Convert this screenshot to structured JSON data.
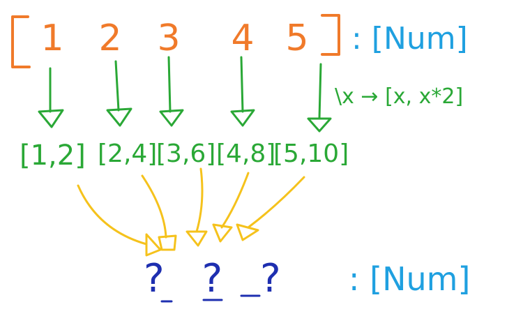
{
  "input_list": {
    "values": [
      "1",
      "2",
      "3",
      "4",
      "5"
    ],
    "type_annotation": ": [Num]"
  },
  "lambda": {
    "text": "\\x → [x, x*2]"
  },
  "pairs": [
    {
      "text": "[1,2]"
    },
    {
      "text": "[2,4]"
    },
    {
      "text": "[3,6]"
    },
    {
      "text": "[4,8]"
    },
    {
      "text": "[5,10]"
    }
  ],
  "output": {
    "unknown": "? ? ?",
    "type_annotation": ": [Num]"
  },
  "colors": {
    "input": "#f07a2a",
    "type": "#1fa0e0",
    "map": "#2aa836",
    "flatten": "#f5c21c",
    "output": "#1e2fb0"
  }
}
